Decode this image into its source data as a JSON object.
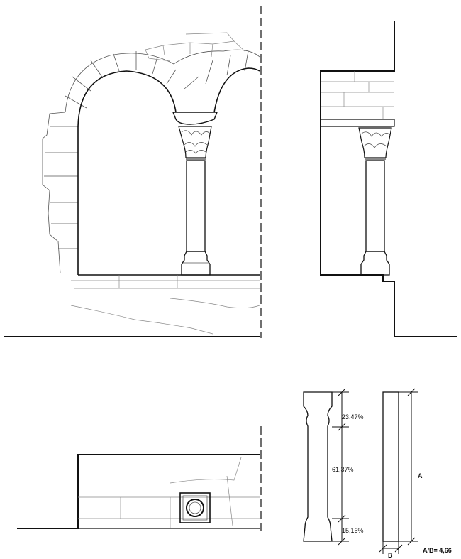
{
  "proportions": [
    {
      "name": "capital",
      "label": "23,47%"
    },
    {
      "name": "shaft",
      "label": "61,37%"
    },
    {
      "name": "base",
      "label": "15,16%"
    }
  ],
  "dimensions": {
    "height_label": "A",
    "width_label": "B",
    "ratio_label": "A/B= 4,66"
  }
}
